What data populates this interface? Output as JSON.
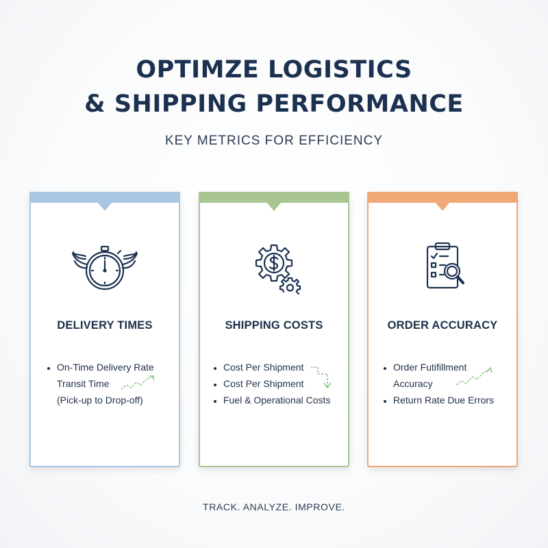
{
  "header": {
    "title_line1": "OPTIMZE LOGISTICS",
    "title_line2": "& SHIPPING PERFORMANCE",
    "subtitle": "KEY METRICS FOR EFFICIENCY"
  },
  "colors": {
    "delivery_accent": "#a9c7e1",
    "shipping_accent": "#a9c592",
    "accuracy_accent": "#f0a877",
    "trend_green": "#8dc58a",
    "text_dark": "#1c3150"
  },
  "cards": [
    {
      "icon": "winged-stopwatch-icon",
      "heading": "DELIVERY TIMES",
      "lines": [
        "On-Time Delivery Rate",
        "Transit Time",
        "(Pick-up to Drop-off)"
      ]
    },
    {
      "icon": "gear-dollar-icon",
      "heading": "SHIPPING COSTS",
      "lines": [
        "Cost Per Shipment",
        "Cost Per Shipment",
        "Fuel & Operational Costs"
      ]
    },
    {
      "icon": "clipboard-magnifier-icon",
      "heading": "ORDER ACCURACY",
      "lines": [
        "Order Futifillment",
        "Accuracy",
        "Return Rate Due Errors"
      ]
    }
  ],
  "footer": {
    "tagline": "TRACK. ANALYZE. IMPROVE."
  }
}
